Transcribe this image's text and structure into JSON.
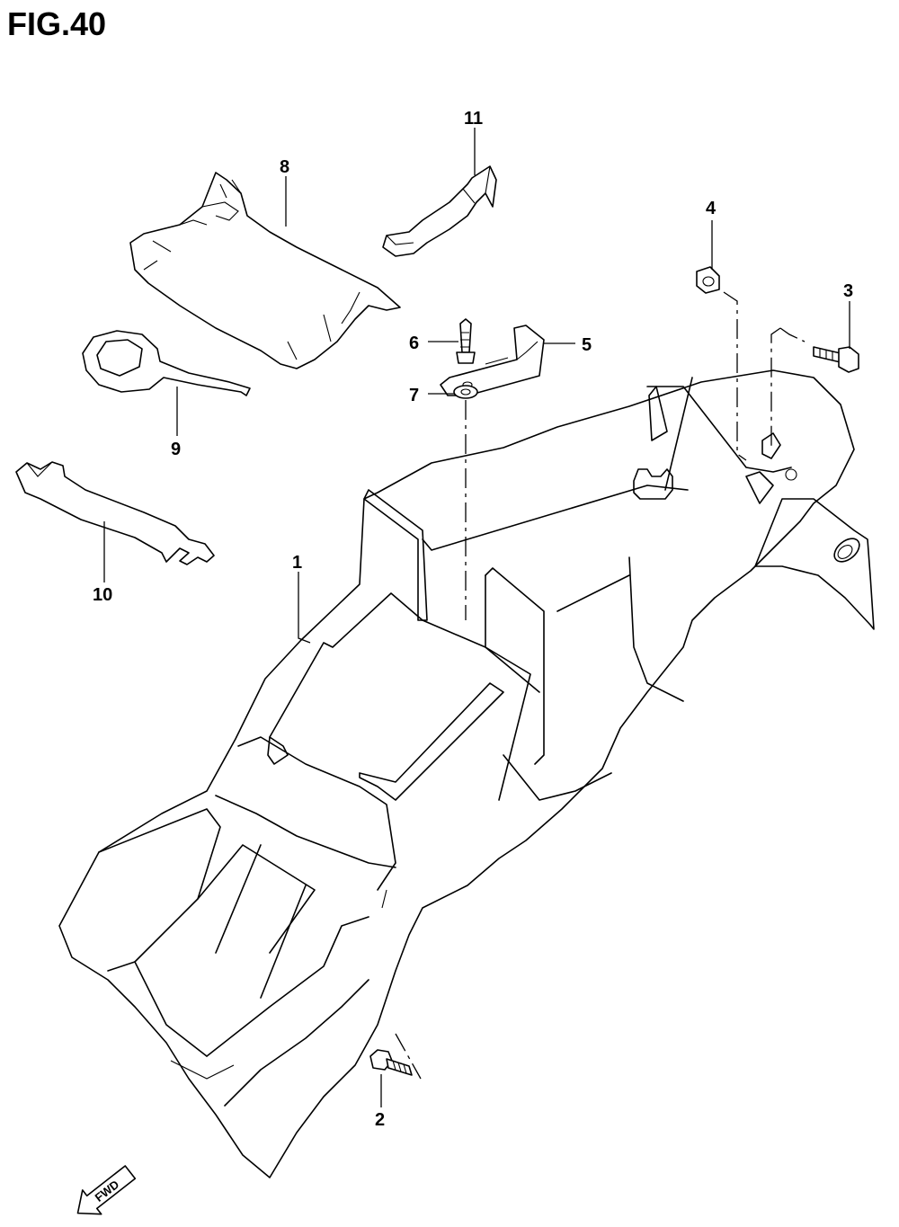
{
  "title": "FIG.40",
  "callouts": [
    "1",
    "2",
    "3",
    "4",
    "5",
    "6",
    "7",
    "8",
    "9",
    "10",
    "11"
  ],
  "direction_label": "FWD"
}
